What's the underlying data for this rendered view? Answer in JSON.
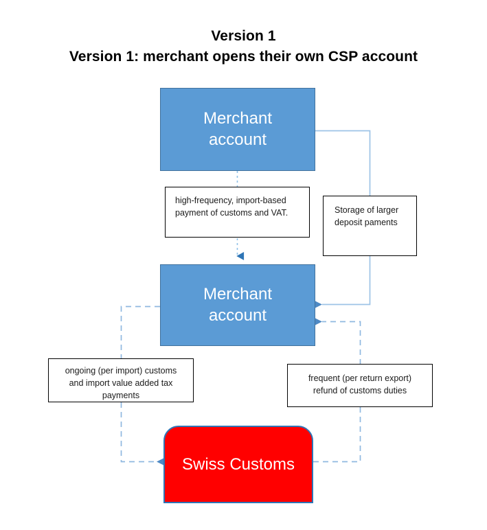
{
  "title": {
    "line1": "Version 1",
    "line2": "Version 1: merchant opens their own CSP account"
  },
  "nodes": {
    "merchant_top": {
      "label": "Merchant\naccount",
      "fill": "#5B9BD5",
      "stroke": "#41719C",
      "text_color": "#FFFFFF"
    },
    "merchant_mid": {
      "label": "Merchant\naccount",
      "fill": "#5B9BD5",
      "stroke": "#41719C",
      "text_color": "#FFFFFF"
    },
    "swiss_customs": {
      "label": "Swiss Customs",
      "fill": "#FF0000",
      "stroke": "#2E75B6",
      "text_color": "#FFFFFF"
    }
  },
  "notes": {
    "high_frequency": "high-frequency, import-based\npayment of customs and VAT.",
    "storage": "Storage of larger\ndeposit paments",
    "ongoing": "ongoing (per import) customs\nand import value added tax\npayments",
    "frequent": "frequent (per return export)\nrefund of customs duties"
  },
  "connectors": {
    "dotted_down": {
      "style": "dotted",
      "color": "#5B9BD5",
      "from": "merchant_top",
      "to": "merchant_mid"
    },
    "solid_storage_return": {
      "style": "solid",
      "color": "#9DC3E6",
      "from": "merchant_top",
      "to": "merchant_mid"
    },
    "dashed_refund": {
      "style": "dashed",
      "color": "#5B9BD5",
      "from": "swiss_customs",
      "to": "merchant_mid"
    },
    "dashed_payment": {
      "style": "dashed",
      "color": "#5B9BD5",
      "from": "merchant_mid",
      "to": "swiss_customs"
    }
  },
  "colors": {
    "blue_fill": "#5B9BD5",
    "blue_stroke": "#41719C",
    "red_fill": "#FF0000",
    "light_blue_line": "#9DC3E6",
    "connector_blue": "#5B9BD5",
    "note_border": "#000000",
    "background": "#FFFFFF"
  }
}
